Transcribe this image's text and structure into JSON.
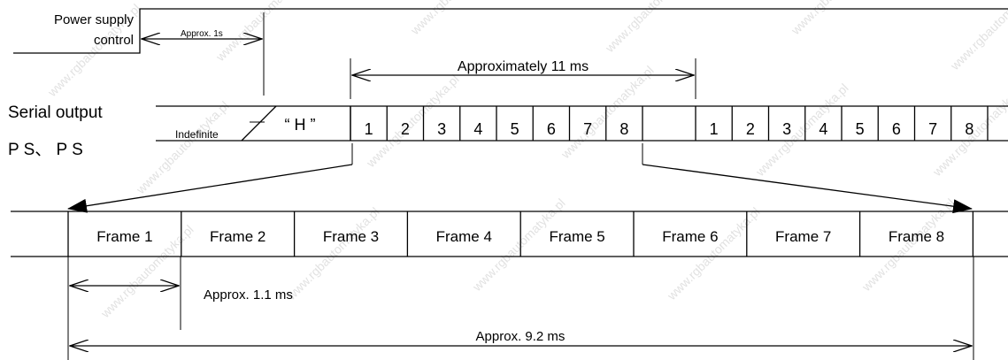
{
  "labels": {
    "power_supply_line1": "Power supply",
    "power_supply_line2": "control",
    "approx_1s": "Approx. 1s",
    "approx_11ms": "Approximately 11 ms",
    "serial_output": "Serial output",
    "ps_ps": "P S、 P S",
    "indefinite": "Indefinite",
    "h_char": "“ H ”",
    "approx_1_1ms": "Approx. 1.1 ms",
    "approx_9_2ms": "Approx. 9.2 ms"
  },
  "serial_bits_group1": [
    "1",
    "2",
    "3",
    "4",
    "5",
    "6",
    "7",
    "8"
  ],
  "serial_bits_group2": [
    "1",
    "2",
    "3",
    "4",
    "5",
    "6",
    "7",
    "8"
  ],
  "frames": [
    "Frame 1",
    "Frame 2",
    "Frame 3",
    "Frame 4",
    "Frame 5",
    "Frame 6",
    "Frame 7",
    "Frame 8"
  ],
  "watermark": "www.rgbautomatyka.pl"
}
